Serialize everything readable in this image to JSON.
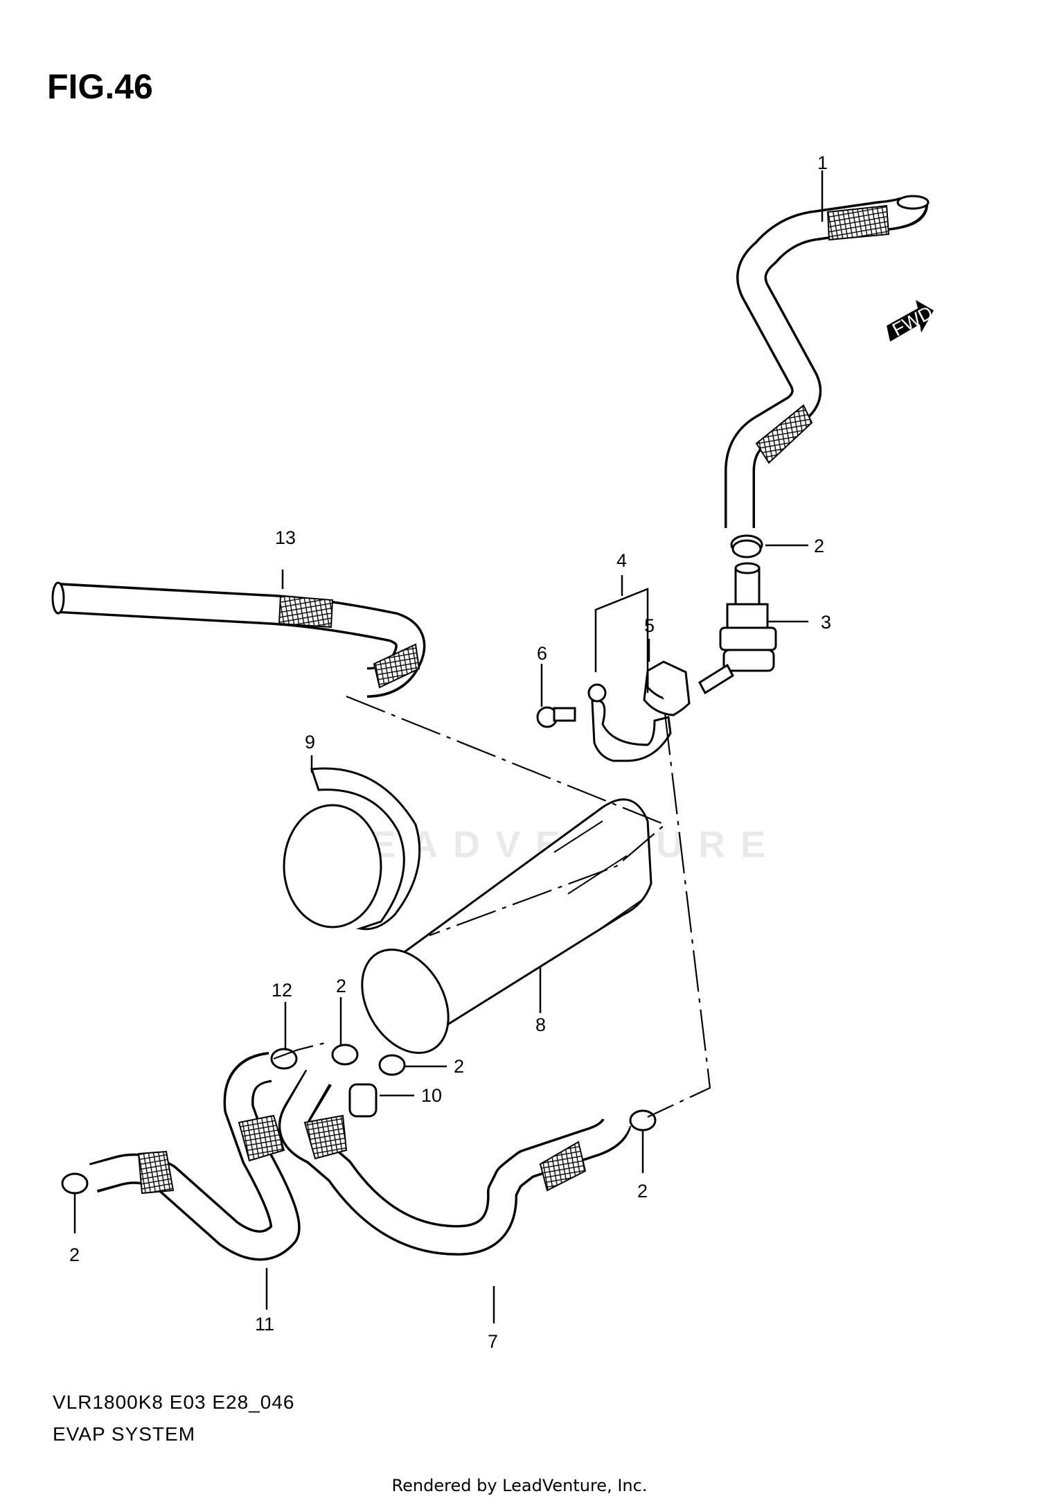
{
  "header": {
    "figure_title": "FIG.46"
  },
  "footer": {
    "model_code": "VLR1800K8 E03 E28_046",
    "diagram_name": "EVAP SYSTEM",
    "rendered_by": "Rendered by LeadVenture, Inc."
  },
  "watermark": {
    "text": "LEADVENTURE"
  },
  "direction_arrow": {
    "label": "FWD"
  },
  "callouts": {
    "c1": "1",
    "c2a": "2",
    "c3": "3",
    "c4": "4",
    "c5": "5",
    "c6": "6",
    "c7": "7",
    "c8": "8",
    "c9": "9",
    "c10": "10",
    "c11": "11",
    "c12": "12",
    "c13": "13",
    "c2b": "2",
    "c2c": "2",
    "c2d": "2",
    "c2e": "2"
  }
}
